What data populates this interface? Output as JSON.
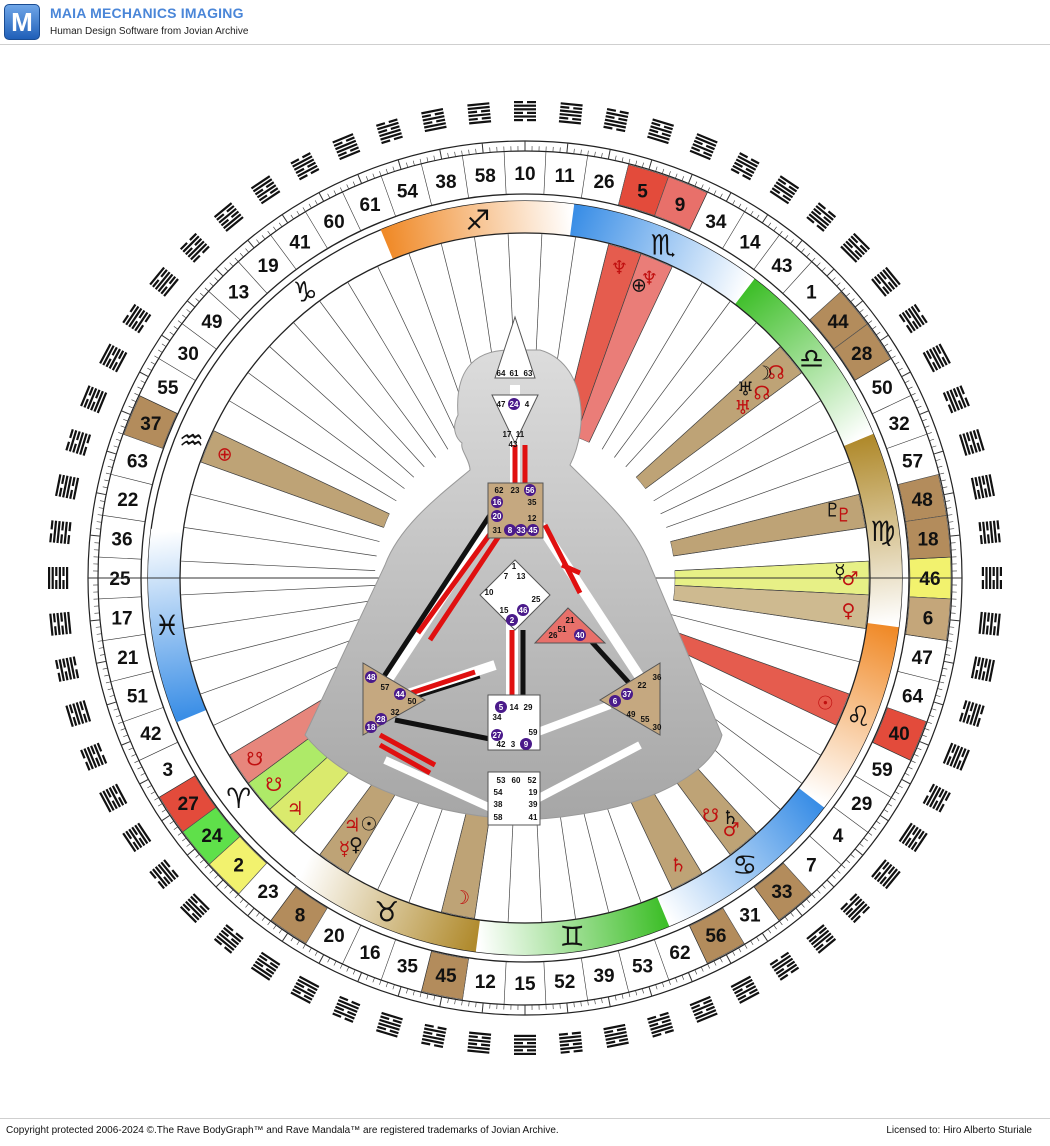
{
  "app": {
    "logo_letter": "M",
    "title": "MAIA MECHANICS IMAGING",
    "subtitle": "Human Design Software from Jovian Archive"
  },
  "footer": {
    "copyright": "Copyright protected 2006-2024 ©.The Rave BodyGraph™ and Rave Mandala™ are registered trademarks of Jovian Archive.",
    "license": "Licensed to: Hiro Alberto Sturiale"
  },
  "wheel": {
    "gates": [
      "46",
      "6",
      "47",
      "64",
      "40",
      "59",
      "29",
      "4",
      "7",
      "33",
      "31",
      "56",
      "62",
      "53",
      "39",
      "52",
      "15",
      "12",
      "45",
      "35",
      "16",
      "20",
      "8",
      "23",
      "2",
      "24",
      "27",
      "3",
      "42",
      "51",
      "21",
      "17",
      "25",
      "36",
      "22",
      "63",
      "37",
      "55",
      "30",
      "49",
      "13",
      "19",
      "41",
      "60",
      "61",
      "54",
      "38",
      "58",
      "10",
      "11",
      "26",
      "5",
      "9",
      "34",
      "14",
      "43",
      "1",
      "44",
      "28",
      "50",
      "32",
      "57",
      "48",
      "18"
    ],
    "gate_colors": {
      "46": "#f2f26e",
      "6": "#c4a67a",
      "40": "#e34b3b",
      "33": "#b38c5c",
      "56": "#b38c5c",
      "45": "#b38c5c",
      "8": "#b38c5c",
      "2": "#f2f26e",
      "24": "#5fe04a",
      "27": "#e34b3b",
      "37": "#b38c5c",
      "5": "#e34b3b",
      "9": "#e8706a",
      "44": "#b38c5c",
      "28": "#b38c5c",
      "48": "#b38c5c",
      "18": "#b38c5c"
    },
    "signs": [
      {
        "glyph": "♍",
        "label": "virgo"
      },
      {
        "glyph": "♌",
        "label": "leo"
      },
      {
        "glyph": "♋",
        "label": "cancer"
      },
      {
        "glyph": "♊",
        "label": "gemini"
      },
      {
        "glyph": "♉",
        "label": "taurus"
      },
      {
        "glyph": "♈",
        "label": "aries"
      },
      {
        "glyph": "♓",
        "label": "pisces"
      },
      {
        "glyph": "♒",
        "label": "aquarius"
      },
      {
        "glyph": "♑",
        "label": "capricorn"
      },
      {
        "glyph": "♐",
        "label": "sagittarius"
      },
      {
        "glyph": "♏",
        "label": "scorpio"
      },
      {
        "glyph": "♎",
        "label": "libra"
      }
    ],
    "sign_colors": {
      "sagittarius": "#f08a28",
      "scorpio": "#3a8ee6",
      "libra": "#3fbf2a",
      "virgo": "#b08a2c",
      "cancer": "#3a8ee6",
      "gemini": "#3fbf2a",
      "taurus": "#b08a2c",
      "pisces": "#3a8ee6",
      "leo": "#f08a28"
    },
    "planet_wedges": [
      {
        "gate": "46",
        "color": "#e5ef7a",
        "glyphs": [
          "♂",
          "☿"
        ]
      },
      {
        "gate": "6",
        "color": "#c9b385",
        "glyphs": [
          "♀"
        ]
      },
      {
        "gate": "40",
        "color": "#e34b3b",
        "glyphs": [
          "☉"
        ]
      },
      {
        "gate": "33",
        "color": "#b79a68",
        "glyphs": [
          "♂",
          "♄",
          "☋"
        ]
      },
      {
        "gate": "56",
        "color": "#b79a68",
        "glyphs": [
          "♄"
        ]
      },
      {
        "gate": "45",
        "color": "#b79a68",
        "glyphs": [
          "☽"
        ]
      },
      {
        "gate": "8",
        "color": "#b79a68",
        "glyphs": [
          "☿",
          "♀",
          "♃",
          "☉"
        ]
      },
      {
        "gate": "2",
        "color": "#d6e85e",
        "glyphs": [
          "♃"
        ]
      },
      {
        "gate": "24",
        "color": "#a6e858",
        "glyphs": [
          "☋"
        ]
      },
      {
        "gate": "27",
        "color": "#e57a6e",
        "glyphs": [
          "☋"
        ]
      },
      {
        "gate": "37",
        "color": "#b79a68",
        "glyphs": [
          "⊕"
        ]
      },
      {
        "gate": "5",
        "color": "#e34b3b",
        "glyphs": [
          "♆"
        ]
      },
      {
        "gate": "9",
        "color": "#e8706a",
        "glyphs": [
          "♆",
          "⊕"
        ]
      },
      {
        "gate": "44",
        "color": "#b79a68",
        "glyphs": [
          "☊",
          "☽",
          "☊",
          "♅",
          "♅"
        ]
      },
      {
        "gate": "48",
        "color": "#b79a68",
        "glyphs": [
          "♇",
          "♇"
        ]
      }
    ]
  },
  "bodygraph": {
    "head_gates": [
      "64",
      "61",
      "63"
    ],
    "ajna_gates": [
      "47",
      "24",
      "4",
      "17",
      "11",
      "43"
    ],
    "throat_gates": [
      "62",
      "23",
      "56",
      "16",
      "35",
      "20",
      "12",
      "31",
      "8",
      "33",
      "45"
    ],
    "g_gates": [
      "1",
      "7",
      "13",
      "10",
      "25",
      "15",
      "46",
      "2"
    ],
    "ego_gates": [
      "21",
      "51",
      "26",
      "40"
    ],
    "spleen_gates": [
      "48",
      "57",
      "44",
      "50",
      "32",
      "28",
      "18"
    ],
    "sacral_gates": [
      "5",
      "14",
      "29",
      "34",
      "59",
      "27",
      "42",
      "3",
      "9"
    ],
    "solar_gates": [
      "36",
      "22",
      "37",
      "6",
      "49",
      "55",
      "30"
    ],
    "root_gates": [
      "53",
      "60",
      "52",
      "54",
      "19",
      "38",
      "39",
      "58",
      "41"
    ]
  }
}
